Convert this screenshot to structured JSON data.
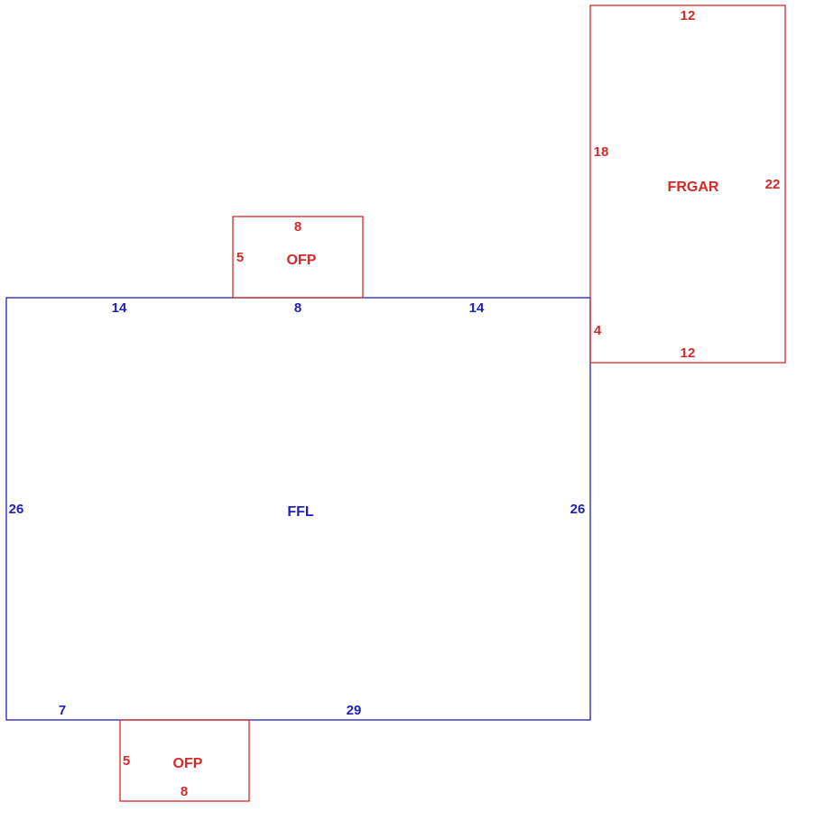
{
  "colors": {
    "living": "#1f1fbf",
    "addition": "#d62a2a",
    "background": "#ffffff"
  },
  "areas": {
    "main": {
      "code": "FFL",
      "dims": {
        "top_left": "14",
        "top_mid": "8",
        "top_right": "14",
        "left": "26",
        "right": "26",
        "bottom_left": "7",
        "bottom_right": "29"
      }
    },
    "porch_top": {
      "code": "OFP",
      "dims": {
        "top": "8",
        "left": "5"
      }
    },
    "porch_bottom": {
      "code": "OFP",
      "dims": {
        "left": "5",
        "bottom": "8"
      }
    },
    "garage": {
      "code": "FRGAR",
      "dims": {
        "top": "12",
        "left_upper": "18",
        "right": "22",
        "left_lower": "4",
        "bottom": "12"
      }
    }
  }
}
